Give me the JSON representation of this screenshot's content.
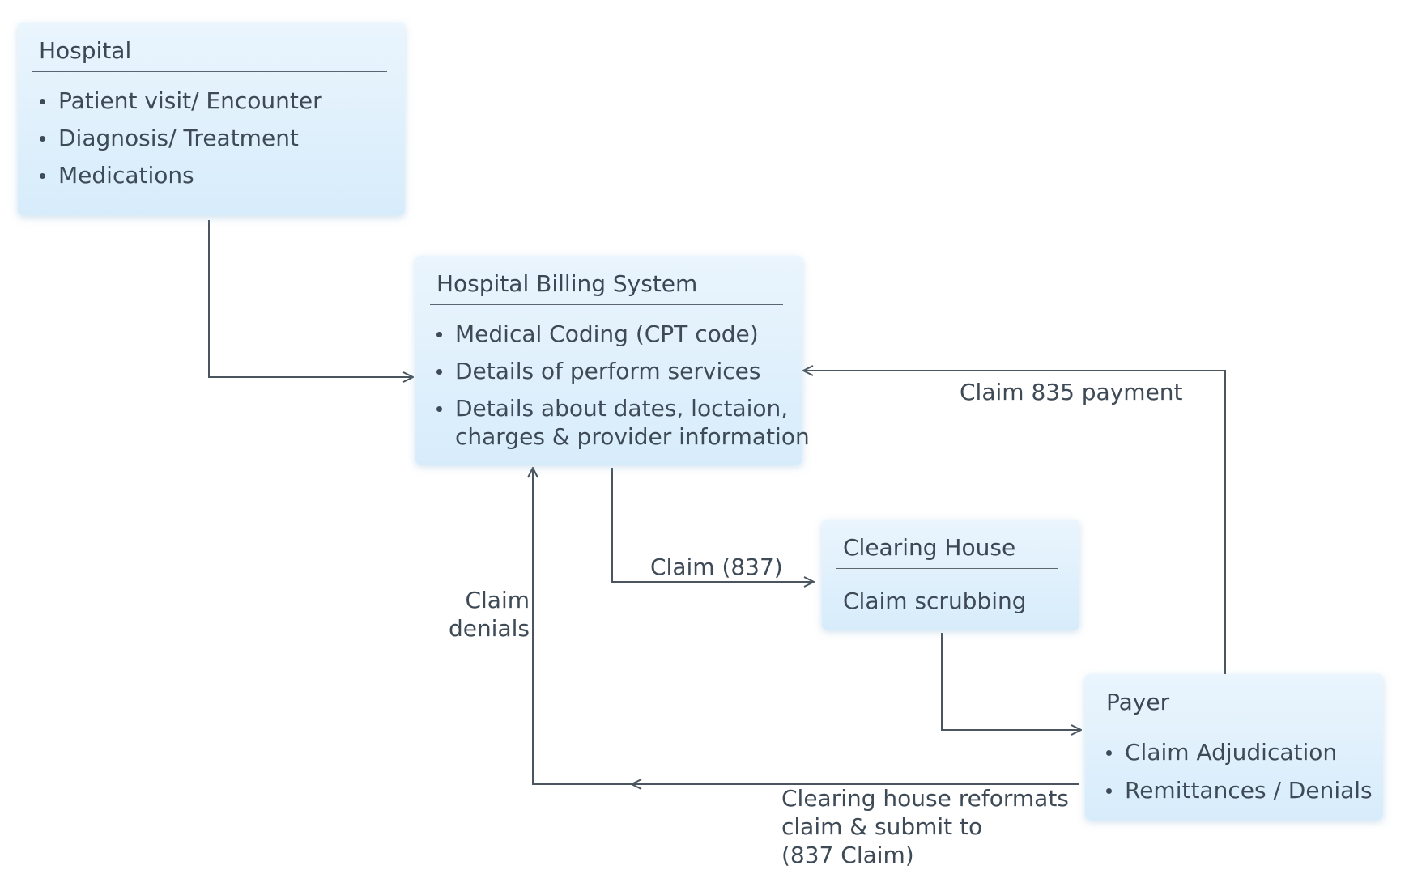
{
  "nodes": {
    "hospital": {
      "title": "Hospital",
      "items": [
        "Patient visit/ Encounter",
        "Diagnosis/ Treatment",
        "Medications"
      ]
    },
    "billing": {
      "title": "Hospital Billing System",
      "items": [
        "Medical Coding (CPT code)",
        "Details of perform services",
        "Details about dates, loctaion,",
        "charges & provider information"
      ]
    },
    "clearing": {
      "title": "Clearing House",
      "text": "Claim scrubbing"
    },
    "payer": {
      "title": "Payer",
      "items": [
        "Claim Adjudication",
        "Remittances / Denials"
      ]
    }
  },
  "edges": {
    "claim_835": "Claim 835 payment",
    "claim_837": "Claim (837)",
    "denials_line1": "Claim",
    "denials_line2": "denials",
    "reformat_line1": "Clearing house reformats",
    "reformat_line2": "claim & submit to",
    "reformat_line3": "(837 Claim)"
  },
  "colors": {
    "box_fill_top": "#eaf5fd",
    "box_fill_bottom": "#d7ecfb",
    "line": "#4a5560",
    "text": "#3e4a56"
  }
}
